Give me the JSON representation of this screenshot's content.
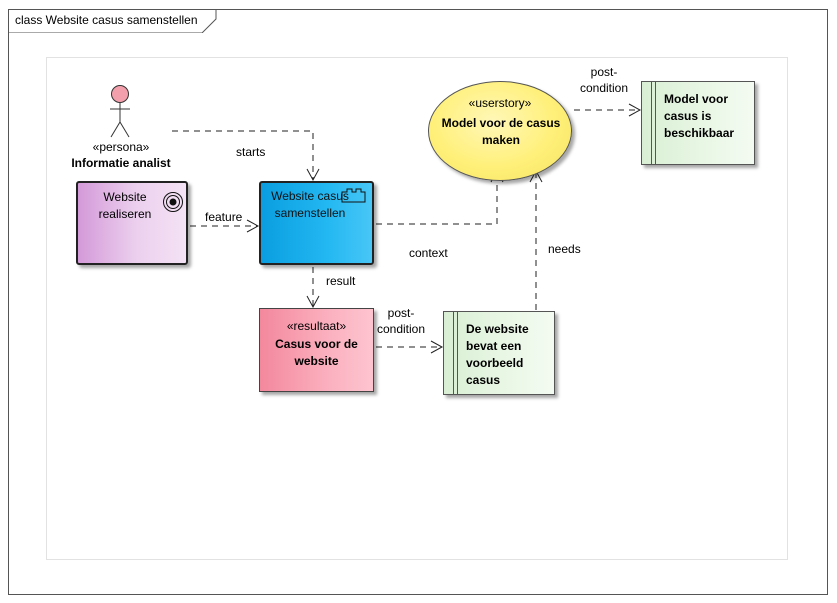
{
  "frame": {
    "title": "class Website casus samenstellen"
  },
  "nodes": {
    "actor": {
      "stereotype": "«persona»",
      "name": "Informatie analist"
    },
    "feature": {
      "name": "Website realiseren"
    },
    "system": {
      "name": "Website casus samenstellen"
    },
    "userstory": {
      "stereotype": "«userstory»",
      "name": "Model voor de casus maken"
    },
    "result": {
      "stereotype": "«resultaat»",
      "name": "Casus voor de website"
    },
    "req_top": {
      "name": "Model voor casus is beschikbaar"
    },
    "req_bottom": {
      "name": "De website bevat een voorbeeld casus"
    }
  },
  "edges": {
    "starts": "starts",
    "feature": "feature",
    "context": "context",
    "result": "result",
    "needs": "needs",
    "post_condition_top": "post-\ncondition",
    "post_condition_bottom": "post-\ncondition"
  },
  "colors": {
    "feature": "#e6c2ea",
    "system": "#1fb3ee",
    "userstory": "#fff07a",
    "result": "#fbaebd",
    "requirement": "#e6f5e1",
    "actor_head": "#f4a0ac"
  }
}
